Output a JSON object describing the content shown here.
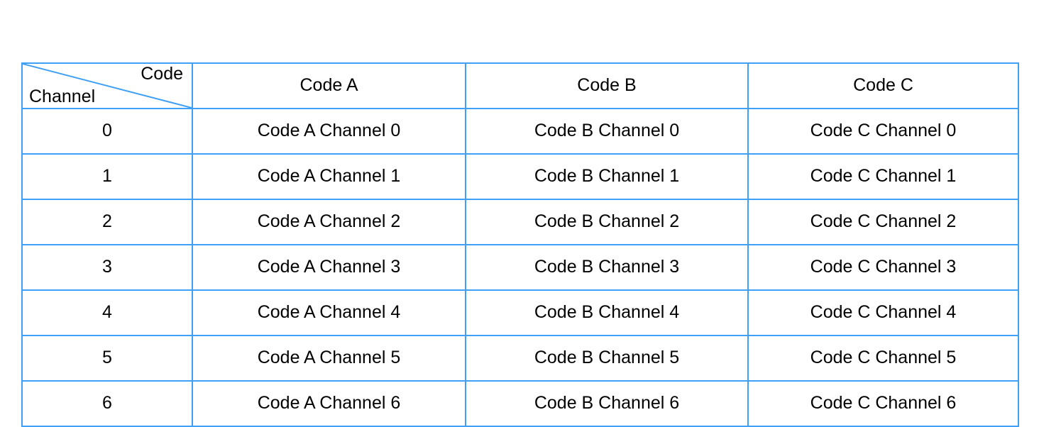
{
  "table": {
    "corner": {
      "column_axis_label": "Code",
      "row_axis_label": "Channel",
      "diagonal_icon": "diagonal-split-line"
    },
    "column_headers": [
      "Code A",
      "Code B",
      "Code C"
    ],
    "rows": [
      {
        "channel": "0",
        "cells": [
          "Code A Channel 0",
          "Code B Channel 0",
          "Code C Channel 0"
        ]
      },
      {
        "channel": "1",
        "cells": [
          "Code A Channel 1",
          "Code B Channel 1",
          "Code C Channel 1"
        ]
      },
      {
        "channel": "2",
        "cells": [
          "Code A Channel 2",
          "Code B Channel 2",
          "Code C Channel 2"
        ]
      },
      {
        "channel": "3",
        "cells": [
          "Code A Channel 3",
          "Code B Channel 3",
          "Code C Channel 3"
        ]
      },
      {
        "channel": "4",
        "cells": [
          "Code A Channel 4",
          "Code B Channel 4",
          "Code C Channel 4"
        ]
      },
      {
        "channel": "5",
        "cells": [
          "Code A Channel 5",
          "Code B Channel 5",
          "Code C Channel 5"
        ]
      },
      {
        "channel": "6",
        "cells": [
          "Code A Channel 6",
          "Code B Channel 6",
          "Code C Channel 6"
        ]
      }
    ]
  },
  "colors": {
    "border": "#3FA0F5",
    "text": "#000000",
    "background": "#FFFFFF"
  }
}
